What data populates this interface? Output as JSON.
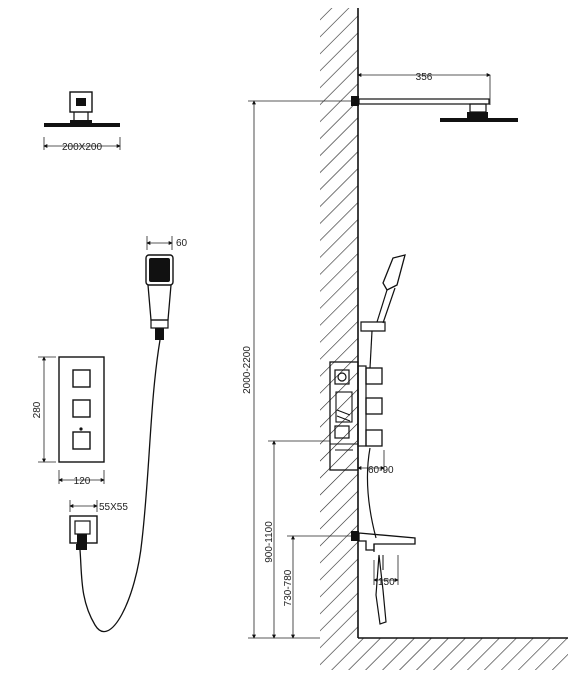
{
  "dimensions": {
    "head_size": "200X200",
    "handset_width": "60",
    "panel_height": "280",
    "panel_width": "120",
    "outlet_size": "55X55",
    "arm_length": "356",
    "total_height": "2000-2200",
    "valve_depth": "60-90",
    "valve_height": "900-1100",
    "spout_height": "730-780",
    "spout_length": "150"
  }
}
